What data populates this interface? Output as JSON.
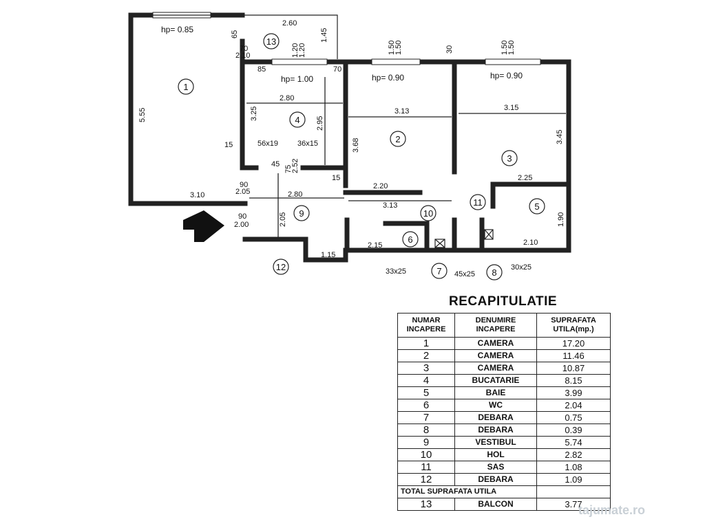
{
  "plan": {
    "rooms": [
      {
        "n": "1"
      },
      {
        "n": "2"
      },
      {
        "n": "3"
      },
      {
        "n": "4"
      },
      {
        "n": "5"
      },
      {
        "n": "6"
      },
      {
        "n": "7"
      },
      {
        "n": "8"
      },
      {
        "n": "9"
      },
      {
        "n": "10"
      },
      {
        "n": "11"
      },
      {
        "n": "12"
      },
      {
        "n": "13"
      }
    ],
    "hp_labels": [
      "hp= 0.85",
      "hp= 1.00",
      "hp= 0.90",
      "hp= 0.90"
    ],
    "dims": {
      "d_260": "2.60",
      "d_145": "1.45",
      "d_555": "5.55",
      "d_310": "3.10",
      "d_325": "3.25",
      "d_280a": "2.80",
      "d_295": "2.95",
      "d_368": "3.68",
      "d_313a": "3.13",
      "d_315": "3.15",
      "d_345": "3.45",
      "d_225": "2.25",
      "d_190": "1.90",
      "d_210": "2.10",
      "d_220": "2.20",
      "d_313b": "3.13",
      "d_280b": "2.80",
      "d_205": "2.05",
      "d_215": "2.15",
      "d_115": "1.15",
      "d_56x19": "56x19",
      "d_36x15": "36x15",
      "d_33x25": "33x25",
      "d_45x25": "45x25",
      "d_30x25": "30x25",
      "d_15a": "15",
      "d_15b": "15",
      "d_45": "45",
      "d_70_210": "70",
      "d_210s": "2.10",
      "d_90_205": "90",
      "d_205s": "2.05",
      "d_90_200": "90",
      "d_200s": "2.00",
      "d_65": "65",
      "d_120": "1.20",
      "d_120b": "1.20",
      "d_150": "1.50",
      "d_150b": "1.50",
      "d_150c": "1.50",
      "d_150d": "1.50",
      "d_30": "30",
      "d_85": "85",
      "d_70": "70",
      "d_75": "75",
      "d_252": "2.52"
    }
  },
  "recap": {
    "title": "RECAPITULATIE",
    "headers": [
      "NUMAR INCAPERE",
      "DENUMIRE INCAPERE",
      "SUPRAFATA UTILA(mp.)"
    ],
    "rows": [
      {
        "nr": "1",
        "name": "CAMERA",
        "area": "17.20"
      },
      {
        "nr": "2",
        "name": "CAMERA",
        "area": "11.46"
      },
      {
        "nr": "3",
        "name": "CAMERA",
        "area": "10.87"
      },
      {
        "nr": "4",
        "name": "BUCATARIE",
        "area": "8.15"
      },
      {
        "nr": "5",
        "name": "BAIE",
        "area": "3.99"
      },
      {
        "nr": "6",
        "name": "WC",
        "area": "2.04"
      },
      {
        "nr": "7",
        "name": "DEBARA",
        "area": "0.75"
      },
      {
        "nr": "8",
        "name": "DEBARA",
        "area": "0.39"
      },
      {
        "nr": "9",
        "name": "VESTIBUL",
        "area": "5.74"
      },
      {
        "nr": "10",
        "name": "HOL",
        "area": "2.82"
      },
      {
        "nr": "11",
        "name": "SAS",
        "area": "1.08"
      },
      {
        "nr": "12",
        "name": "DEBARA",
        "area": "1.09"
      }
    ],
    "total_label": "TOTAL SUPRAFATA UTILA",
    "balcony": {
      "nr": "13",
      "name": "BALCON",
      "area": "3.77"
    }
  },
  "watermark": "tajumate.ro"
}
